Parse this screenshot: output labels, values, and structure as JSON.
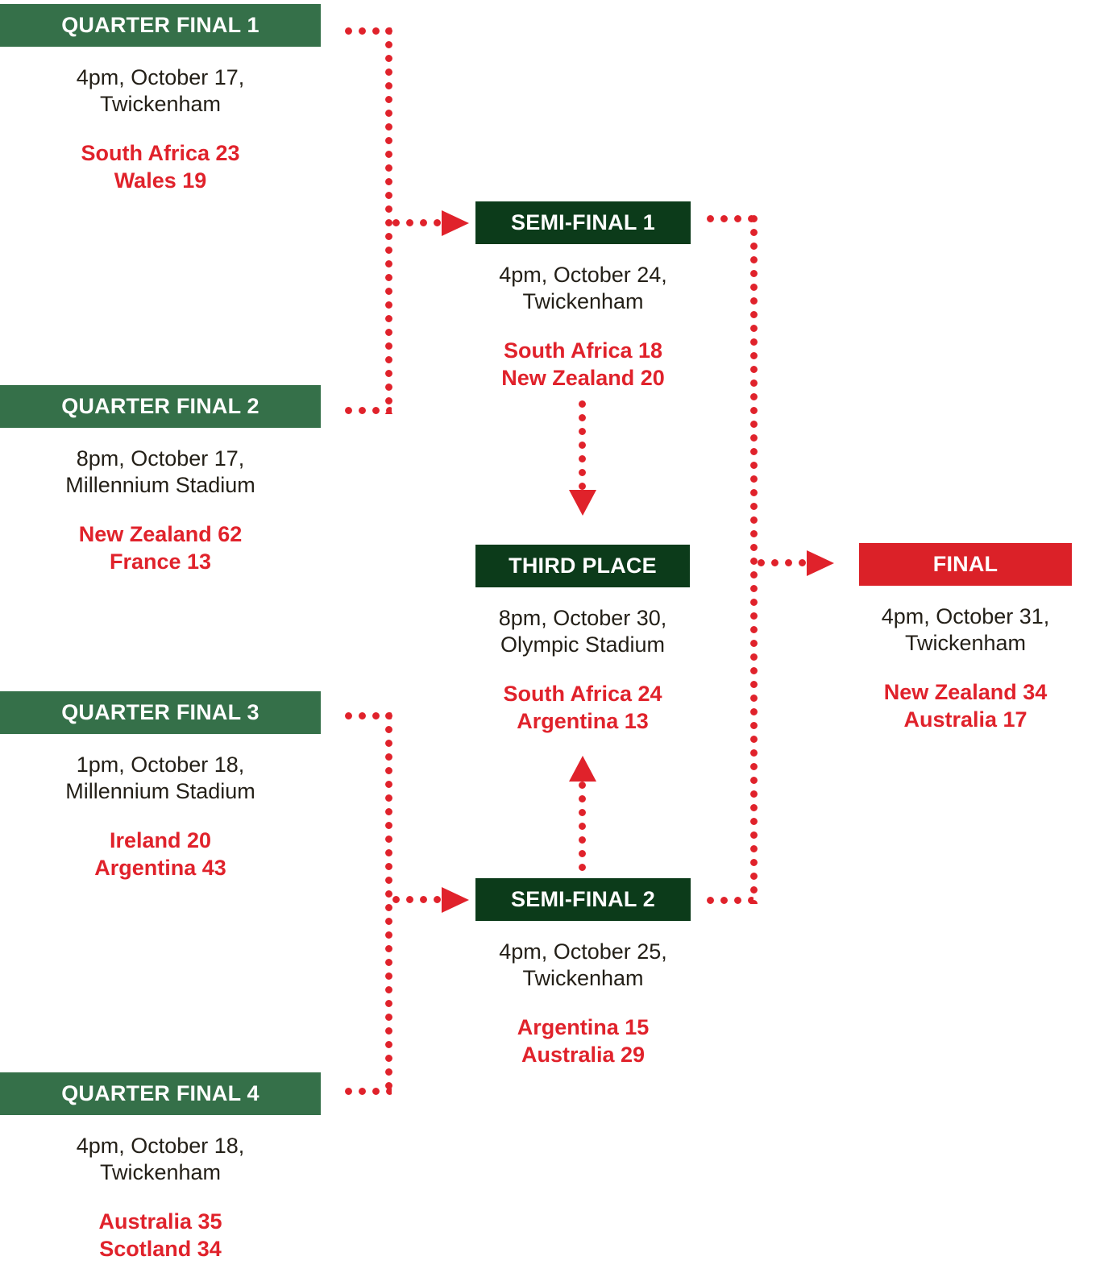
{
  "palette": {
    "quarter_final_green": "#357049",
    "semi_final_green": "#0C3B1A",
    "final_red": "#DB2128",
    "score_red": "#E0222B",
    "venue_text": "#231F17",
    "background": "#FFFFFF"
  },
  "matches": {
    "qf1": {
      "title": "QUARTER FINAL 1",
      "venue": "4pm, October 17,\nTwickenham",
      "scores": "South Africa 23\nWales 19"
    },
    "qf2": {
      "title": "QUARTER FINAL 2",
      "venue": "8pm, October 17,\nMillennium Stadium",
      "scores": "New Zealand 62\nFrance 13"
    },
    "qf3": {
      "title": "QUARTER FINAL 3",
      "venue": "1pm, October 18,\nMillennium Stadium",
      "scores": "Ireland  20\nArgentina 43"
    },
    "qf4": {
      "title": "QUARTER FINAL 4",
      "venue": "4pm, October 18,\nTwickenham",
      "scores": "Australia  35\nScotland 34"
    },
    "sf1": {
      "title": "SEMI-FINAL 1",
      "venue": "4pm, October 24,\nTwickenham",
      "scores": "South Africa 18\nNew Zealand 20"
    },
    "sf2": {
      "title": "SEMI-FINAL 2",
      "venue": "4pm, October 25,\nTwickenham",
      "scores": "Argentina 15\nAustralia 29"
    },
    "third_place": {
      "title": "THIRD PLACE",
      "venue": "8pm, October 30,\nOlympic Stadium",
      "scores": "South Africa 24\nArgentina 13"
    },
    "final": {
      "title": "FINAL",
      "venue": "4pm, October 31,\nTwickenham",
      "scores": "New Zealand 34\nAustralia 17"
    }
  }
}
